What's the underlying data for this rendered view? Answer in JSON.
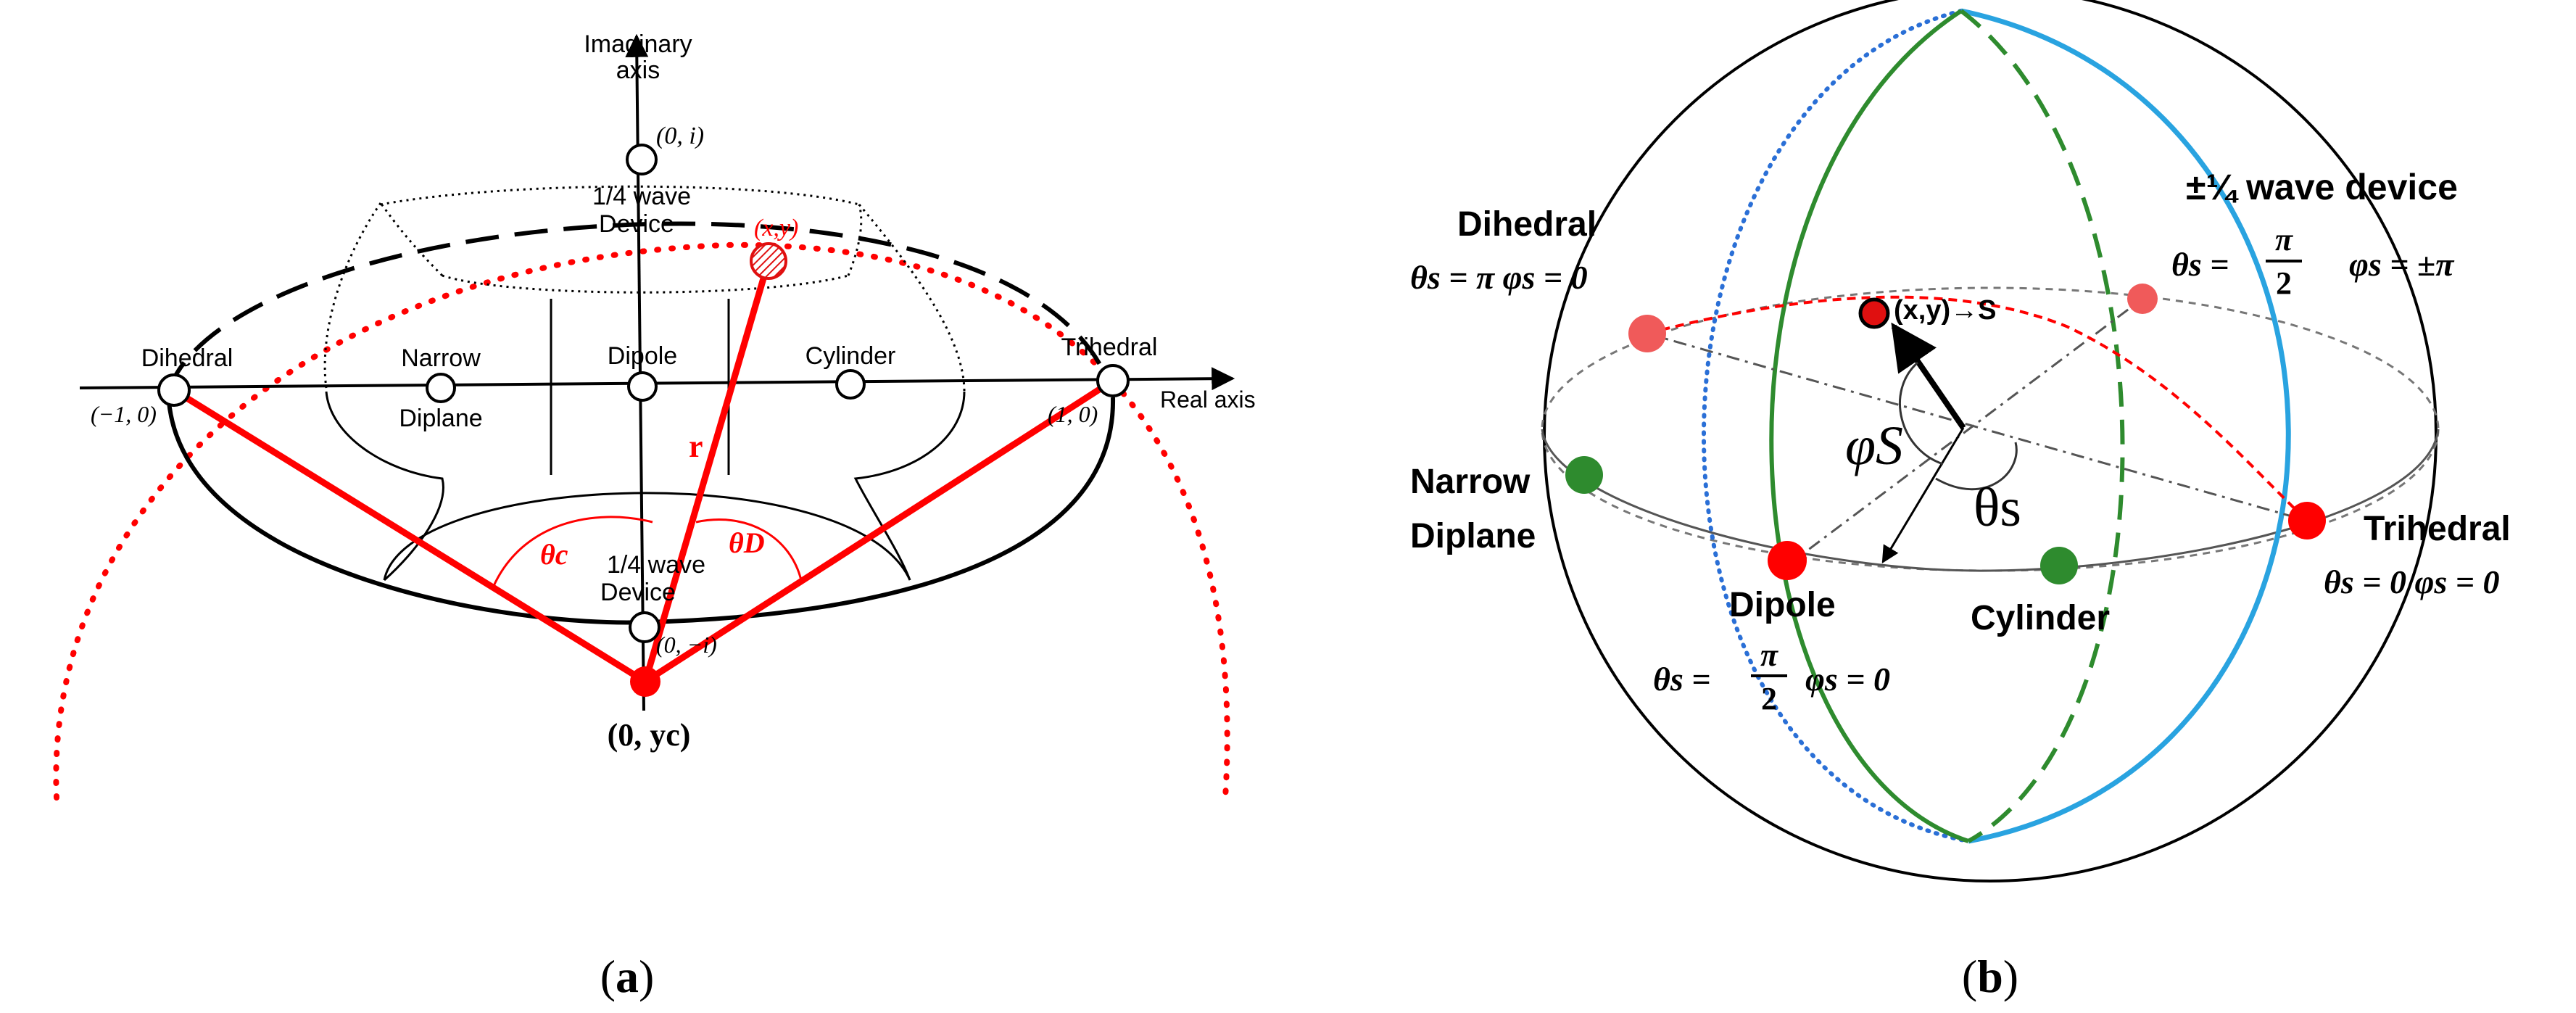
{
  "panel_a": {
    "caption": "(a)",
    "caption_letter": "a",
    "imag_axis_label_1": "Imaginary",
    "imag_axis_label_2": "axis",
    "real_axis_label": "Real axis",
    "top_point": "(0, i)",
    "top_device_1": "1/4 wave",
    "top_device_2": "Device",
    "xy_label": "(x,y)",
    "dihedral": "Dihedral",
    "dihedral_coord": "(−1, 0)",
    "trihedral": "Trihedral",
    "trihedral_coord": "(1, 0)",
    "narrow_1": "Narrow",
    "narrow_2": "Diplane",
    "dipole": "Dipole",
    "cylinder": "Cylinder",
    "r_label": "r",
    "theta_c": "θc",
    "theta_d": "θD",
    "bottom_device_1": "1/4 wave",
    "bottom_device_2": "Device",
    "bottom_point": "(0, −i)",
    "center_label": "(0, yc)",
    "colors": {
      "red": "#ff0000",
      "black": "#000000"
    }
  },
  "panel_b": {
    "caption": "(b)",
    "caption_letter": "b",
    "dihedral": "Dihedral",
    "dihedral_params": "θs = π  φs = 0",
    "qwave": "±¼ wave device",
    "qwave_theta": "θs =",
    "qwave_pi": "π",
    "qwave_two": "2",
    "qwave_phi": "φs = ±π",
    "xy_s": "(x,y)→S",
    "narrow_1": "Narrow",
    "narrow_2": "Diplane",
    "phi_s": "φS",
    "theta_s": "θs",
    "dipole": "Dipole",
    "dipole_theta": "θs =",
    "dipole_pi": "π",
    "dipole_two": "2",
    "dipole_phi": "φs = 0",
    "cylinder": "Cylinder",
    "trihedral": "Trihedral",
    "trihedral_params": "θs = 0  φs = 0",
    "colors": {
      "red": "#ff0000",
      "green": "#2e8b2e",
      "blue": "#29a3e0",
      "dotted_blue": "#2a6fd6"
    }
  }
}
